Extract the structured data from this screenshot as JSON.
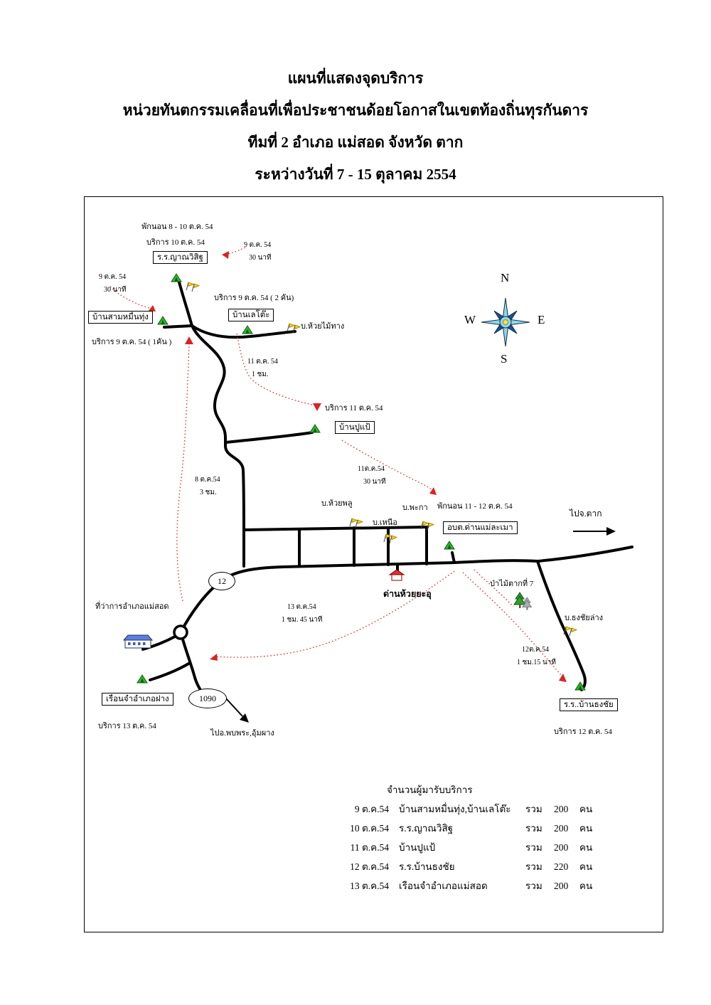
{
  "title": {
    "line1": "แผนที่แสดงจุดบริการ",
    "line2": "หน่วยทันตกรรมเคลื่อนที่เพื่อประชาชนด้อยโอกาสในเขตท้องถิ่นทุรกันดาร",
    "line3": "ทีมที่  2  อำเภอ แม่สอด  จังหวัด ตาก",
    "line4": "ระหว่างวันที่ 7 - 15 ตุลาคม 2554"
  },
  "compass": {
    "n": "N",
    "w": "W",
    "e": "E",
    "s": "S"
  },
  "shields": {
    "r12": "12",
    "r1090": "1090"
  },
  "map": {
    "boxes": {
      "yanwisit": "ร.ร.ญาณวิสิฐ",
      "sammuenthung": "บ้านสามหมื่นทุ่ง",
      "lehtoh": "บ้านเลโต๊ะ",
      "pupae": "บ้านปูแป้",
      "obt": "อบต.ด่านแม่ละเมา",
      "prison": "เรือนจำอำเภอฝาง",
      "thongchai_school": "ร.ร..บ้านธงชัย"
    },
    "notes": {
      "stay_8_10": "พักนอน 8 - 10 ต.ค. 54",
      "service_10": "บริการ 10 ต.ค. 54",
      "t9r1": "9 ต.ค. 54",
      "t9r2": "30 นาที",
      "t9l1": "9 ต.ค. 54",
      "t9l2": "30 นาที",
      "service_9_1car": "บริการ 9 ต.ค. 54 ( 1คัน )",
      "service_9_2car": "บริการ 9 ต.ค. 54 ( 2 คัน)",
      "huai_mai_thang": "บ.ห้วยไม้ทาง",
      "t11a1": "11 ต.ค. 54",
      "t11a2": "1 ชม.",
      "service_11": "บริการ 11 ต.ค. 54",
      "t11b1": "11ต.ค.54",
      "t11b2": "30 นาที",
      "t8a": "8 ต.ค.54",
      "t8b": "3 ชม.",
      "huai_phlu": "บ.ห้วยพลู",
      "nuea": "บ.เหนือ",
      "phaka": "บ.พะกา",
      "stay_11_12": "พักนอน 11 - 12 ต.ค. 54",
      "to_tak": "ไปจ.ตาก",
      "dan_huai": "ด่านห้วยยะอุ",
      "forest": "ป่าไม้ตากที่ 7",
      "amphoe": "ที่ว่าการอำเภอแม่สอด",
      "t13a": "13 ต.ค.54",
      "t13b": "1 ชม. 45 นาที",
      "thongchai_lang": "บ.ธงชัยล่าง",
      "t12a": "12ต.ค.54",
      "t12b": "1 ชม.15 นาที",
      "service_13": "บริการ 13 ต.ค. 54",
      "to_phopphra": "ไปอ.พบพระ,อุ้มผาง",
      "service_12": "บริการ 12 ต.ค. 54"
    }
  },
  "summary": {
    "header": "จำนวนผู้มารับบริการ",
    "rows": [
      {
        "date": "9 ต.ค.54",
        "place": "บ้านสามหมื่นทุ่ง,บ้านเลโต๊ะ",
        "sum": "รวม",
        "count": "200",
        "unit": "คน"
      },
      {
        "date": "10 ต.ค.54",
        "place": "ร.ร.ญาณวิสิฐ",
        "sum": "รวม",
        "count": "200",
        "unit": "คน"
      },
      {
        "date": "11 ต.ค.54",
        "place": "บ้านปูแป้",
        "sum": "รวม",
        "count": "200",
        "unit": "คน"
      },
      {
        "date": "12 ต.ค.54",
        "place": "ร.ร.บ้านธงชัย",
        "sum": "รวม",
        "count": "220",
        "unit": "คน"
      },
      {
        "date": "13 ต.ค.54",
        "place": "เรือนจำอำเภอแม่สอด",
        "sum": "รวม",
        "count": "200",
        "unit": "คน"
      }
    ]
  },
  "colors": {
    "road": "#000000",
    "route_dotted": "#dd2222",
    "tent_green": "#2db52d",
    "flag_yellow": "#ffd400",
    "compass_cyan": "#8fd8e8",
    "compass_navy": "#1f4e8c"
  }
}
